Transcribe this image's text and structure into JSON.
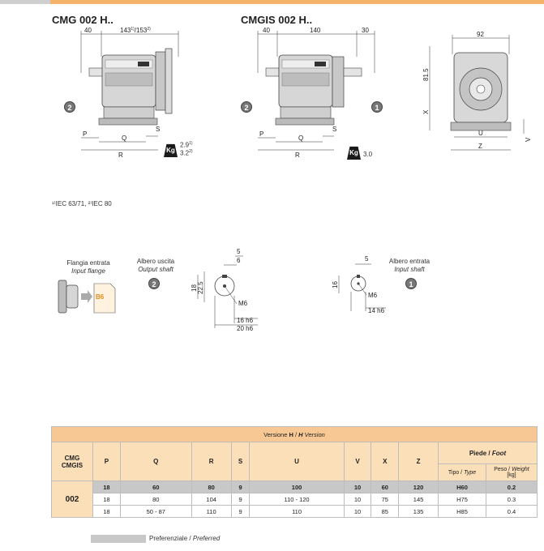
{
  "titles": {
    "cmg": "CMG 002 H..",
    "cmgis": "CMGIS 002 H.."
  },
  "dims_left": {
    "d40": "40",
    "d143": "143",
    "sup1": "1)",
    "slash153": "/153",
    "sup2": "2)",
    "P": "P",
    "Q": "Q",
    "R": "R",
    "S": "S",
    "w1": "2.9",
    "w2": "3.2",
    "kg": "Kg",
    "num2": "2"
  },
  "dims_mid": {
    "d40": "40",
    "d140": "140",
    "d30": "30",
    "P": "P",
    "Q": "Q",
    "R": "R",
    "S": "S",
    "w": "3.0",
    "kg": "Kg",
    "num2": "2",
    "num1": "1"
  },
  "dims_right": {
    "d92": "92",
    "d815": "81.5",
    "X": "X",
    "U": "U",
    "Z": "Z",
    "V": "V"
  },
  "footnote": "¹⁾IEC 63/71, ²⁾IEC 80",
  "flange": {
    "it": "Flangia entrata",
    "en": "Input flange",
    "code": "B6"
  },
  "out_shaft": {
    "it": "Albero uscita",
    "en": "Output shaft",
    "num": "2",
    "d5": "5",
    "d6": "6",
    "d18": "18",
    "d225": "22.5",
    "m6": "M6",
    "d16h6": "16 h6",
    "d20h6": "20 h6"
  },
  "in_shaft": {
    "it": "Albero entrata",
    "en": "Input shaft",
    "num": "1",
    "d5": "5",
    "d16": "16",
    "m6": "M6",
    "d14h6": "14 h6"
  },
  "table": {
    "version_it": "Versione ",
    "version_h": "H",
    "version_sep": " / ",
    "version_hi": "H",
    "version_en": " Version",
    "model1": "CMG",
    "model2": "CMGIS",
    "cols": [
      "P",
      "Q",
      "R",
      "S",
      "U",
      "V",
      "X",
      "Z"
    ],
    "foot_it": "Piede / ",
    "foot_en": "Foot",
    "type_it": "Tipo / ",
    "type_en": "Type",
    "weight_it": "Peso / ",
    "weight_en": "Weight",
    "weight_unit": "[kg]",
    "size": "002",
    "rows": [
      [
        "18",
        "60",
        "80",
        "9",
        "100",
        "10",
        "60",
        "120",
        "H60",
        "0.2"
      ],
      [
        "18",
        "80",
        "104",
        "9",
        "110 - 120",
        "10",
        "75",
        "145",
        "H75",
        "0.3"
      ],
      [
        "18",
        "50 - 87",
        "110",
        "9",
        "110",
        "10",
        "85",
        "135",
        "H85",
        "0.4"
      ]
    ]
  },
  "legend": {
    "it": "Preferenziale / ",
    "en": "Preferred"
  },
  "colors": {
    "accent": "#f5b26b",
    "header": "#f7c893",
    "header_light": "#fbdfb8",
    "preferred": "#c8c8c8"
  }
}
